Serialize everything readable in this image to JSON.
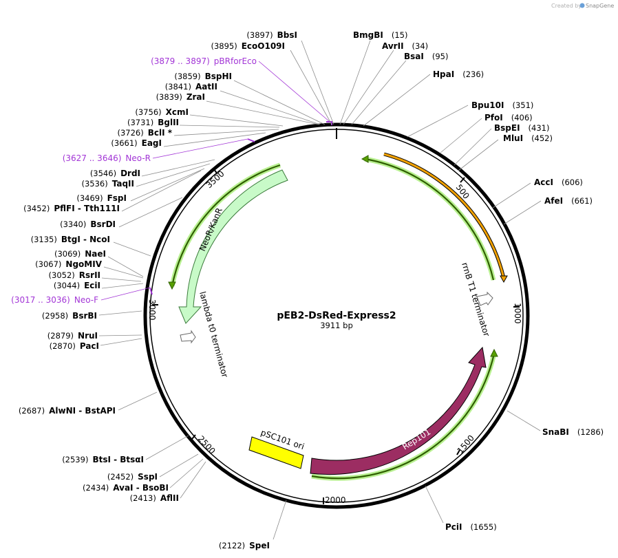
{
  "credit": {
    "prefix": "Created by",
    "brand": "SnapGene"
  },
  "plasmid": {
    "name": "pEB2-DsRed-Express2",
    "length": "3911 bp"
  },
  "ticks": [
    "500",
    "1000",
    "1500",
    "2000",
    "2500",
    "3000",
    "3500"
  ],
  "enzymes_left": [
    {
      "pos": "(3897)",
      "name": "BbsI"
    },
    {
      "pos": "(3895)",
      "name": "EcoO109I"
    },
    {
      "pos": "(3859)",
      "name": "BspHI"
    },
    {
      "pos": "(3841)",
      "name": "AatII"
    },
    {
      "pos": "(3839)",
      "name": "ZraI"
    },
    {
      "pos": "(3756)",
      "name": "XcmI"
    },
    {
      "pos": "(3731)",
      "name": "BglII"
    },
    {
      "pos": "(3726)",
      "name": "BclI *"
    },
    {
      "pos": "(3661)",
      "name": "EagI"
    },
    {
      "pos": "(3546)",
      "name": "DrdI"
    },
    {
      "pos": "(3536)",
      "name": "TaqII"
    },
    {
      "pos": "(3469)",
      "name": "FspI"
    },
    {
      "pos": "(3452)",
      "name": "PflFI  - Tth111I"
    },
    {
      "pos": "(3340)",
      "name": "BsrDI"
    },
    {
      "pos": "(3135)",
      "name": "BtgI  - NcoI"
    },
    {
      "pos": "(3069)",
      "name": "NaeI"
    },
    {
      "pos": "(3067)",
      "name": "NgoMIV"
    },
    {
      "pos": "(3052)",
      "name": "RsrII"
    },
    {
      "pos": "(3044)",
      "name": "EciI"
    },
    {
      "pos": "(2958)",
      "name": "BsrBI"
    },
    {
      "pos": "(2879)",
      "name": "NruI"
    },
    {
      "pos": "(2870)",
      "name": "PacI"
    },
    {
      "pos": "(2687)",
      "name": "AlwNI  - BstAPI"
    },
    {
      "pos": "(2539)",
      "name": "BtsI  - BtsαI"
    },
    {
      "pos": "(2452)",
      "name": "SspI"
    },
    {
      "pos": "(2434)",
      "name": "AvaI  - BsoBI"
    },
    {
      "pos": "(2413)",
      "name": "AflII"
    },
    {
      "pos": "(2122)",
      "name": "SpeI"
    }
  ],
  "enzymes_right": [
    {
      "name": "BmgBI",
      "pos": "(15)"
    },
    {
      "name": "AvrII",
      "pos": "(34)"
    },
    {
      "name": "BsaI",
      "pos": "(95)"
    },
    {
      "name": "HpaI",
      "pos": "(236)"
    },
    {
      "name": "Bpu10I",
      "pos": "(351)"
    },
    {
      "name": "PfoI",
      "pos": "(406)"
    },
    {
      "name": "BspEI",
      "pos": "(431)"
    },
    {
      "name": "MluI",
      "pos": "(452)"
    },
    {
      "name": "AccI",
      "pos": "(606)"
    },
    {
      "name": "AfeI",
      "pos": "(661)"
    },
    {
      "name": "SnaBI",
      "pos": "(1286)"
    },
    {
      "name": "PciI",
      "pos": "(1655)"
    }
  ],
  "primers": [
    {
      "range": "(3879 .. 3897)",
      "name": "pBRforEco"
    },
    {
      "range": "(3627 .. 3646)",
      "name": "Neo-R"
    },
    {
      "range": "(3017 .. 3036)",
      "name": "Neo-F"
    }
  ],
  "features": {
    "neor": "NeoR/KanR",
    "lambda": "lambda t0 terminator",
    "rrnb": "rrnB T1 terminator",
    "rep101": "Rep101",
    "psc101": "pSC101 ori"
  },
  "colors": {
    "neor_fill": "#c8fac8",
    "rep_fill": "#9c2d62",
    "ori_fill": "#ffff00",
    "orange_arc": "#f0a000",
    "green_arc": "#58a000",
    "primer": "#a235d6"
  }
}
